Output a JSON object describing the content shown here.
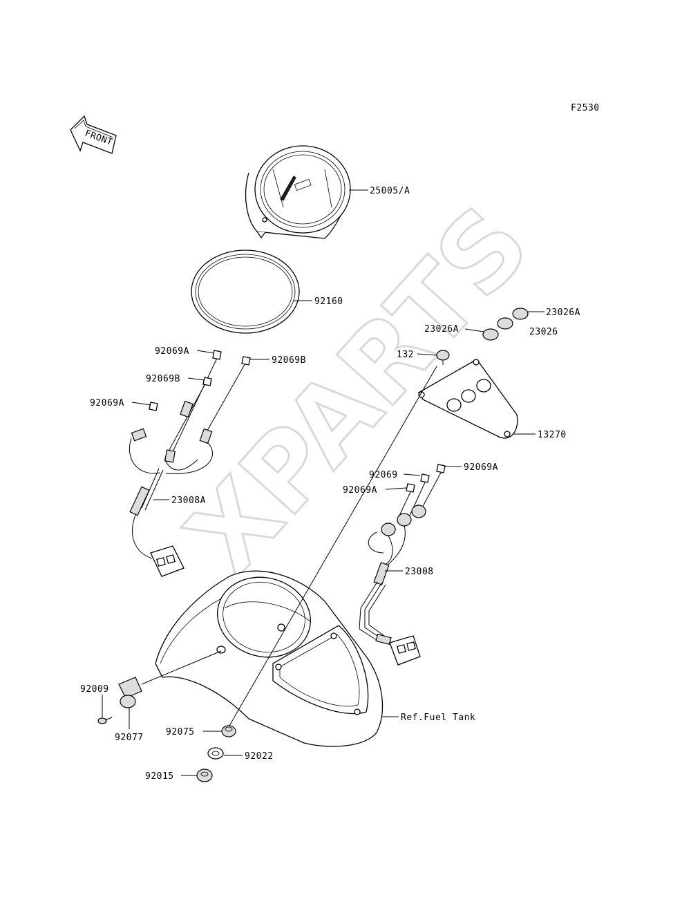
{
  "figure_code": "F2530",
  "front_label": "FRONT",
  "watermark": "XPARTS",
  "labels": {
    "l25005A": "25005/A",
    "l92160": "92160",
    "l23026A_top": "23026A",
    "l23026A_left": "23026A",
    "l23026": "23026",
    "l132": "132",
    "l13270": "13270",
    "l92069A_1": "92069A",
    "l92069B_1": "92069B",
    "l92069B_2": "92069B",
    "l92069A_2": "92069A",
    "l23008A": "23008A",
    "l92069": "92069",
    "l92069A_3": "92069A",
    "l92069A_4": "92069A",
    "l23008": "23008",
    "l92009": "92009",
    "l92077": "92077",
    "l92075": "92075",
    "l92022": "92022",
    "l92015": "92015",
    "lRefFuelTank": "Ref.Fuel Tank"
  }
}
